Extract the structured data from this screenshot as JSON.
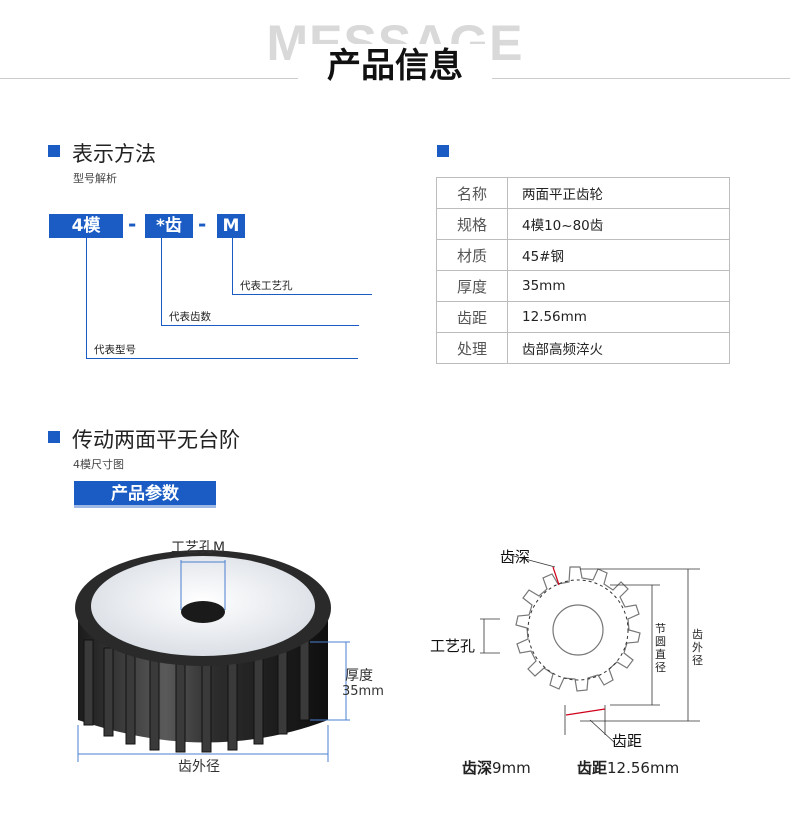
{
  "header": {
    "bg_word": "MESSAGE",
    "title": "产品信息"
  },
  "section1": {
    "title": "表示方法",
    "subtitle": "型号解析",
    "tags": [
      "4模",
      "*齿",
      "M"
    ],
    "separator": "-",
    "annotations": {
      "process_hole": "代表工艺孔",
      "tooth_count": "代表齿数",
      "model": "代表型号"
    }
  },
  "spec_table": {
    "rows": [
      {
        "key": "名称",
        "value": "两面平正齿轮"
      },
      {
        "key": "规格",
        "value": "4模10~80齿"
      },
      {
        "key": "材质",
        "value": "45#钢"
      },
      {
        "key": "厚度",
        "value": "35mm"
      },
      {
        "key": "齿距",
        "value": "12.56mm"
      },
      {
        "key": "处理",
        "value": "齿部高频淬火"
      }
    ]
  },
  "section2": {
    "title": "传动两面平无台阶",
    "subtitle": "4模尺寸图",
    "param_bar": "产品参数"
  },
  "photo_labels": {
    "hole": "工艺孔M",
    "thickness": "厚度",
    "thickness_value": "35mm",
    "outer": "齿外径"
  },
  "diagram_labels": {
    "depth": "齿深",
    "hole": "工艺孔",
    "pitch_dia_chars": [
      "节",
      "圆",
      "直",
      "径"
    ],
    "outer_dia_chars": [
      "齿",
      "外",
      "径"
    ],
    "pitch": "齿距",
    "bottom_depth": "齿深",
    "bottom_depth_value": "9mm",
    "bottom_pitch": "齿距",
    "bottom_pitch_value": "12.56mm"
  },
  "colors": {
    "accent": "#1b5cc4",
    "title_bg_word": "#d9d9d9",
    "diagram_red": "#d0021b"
  }
}
